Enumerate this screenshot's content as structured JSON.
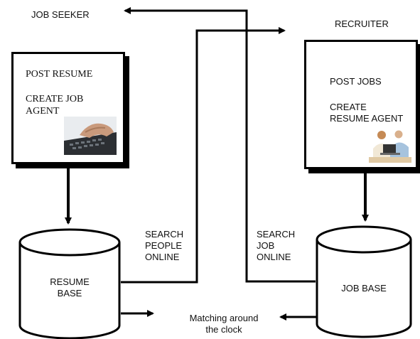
{
  "job_seeker": {
    "title": "JOB SEEKER",
    "line1": "POST RESUME",
    "line2": "CREATE JOB\nAGENT",
    "image_desc": "hands-typing-keyboard"
  },
  "recruiter": {
    "title": "RECRUITER",
    "line1": "POST JOBS",
    "line2": "CREATE\nRESUME AGENT",
    "image_desc": "two-people-laptop"
  },
  "resume_base": {
    "label": "RESUME\nBASE"
  },
  "job_base": {
    "label": "JOB BASE"
  },
  "search_people": {
    "label": "SEARCH\nPEOPLE\nONLINE"
  },
  "search_job": {
    "label": "SEARCH\nJOB\nONLINE"
  },
  "matching": {
    "label": "Matching around\nthe clock"
  }
}
